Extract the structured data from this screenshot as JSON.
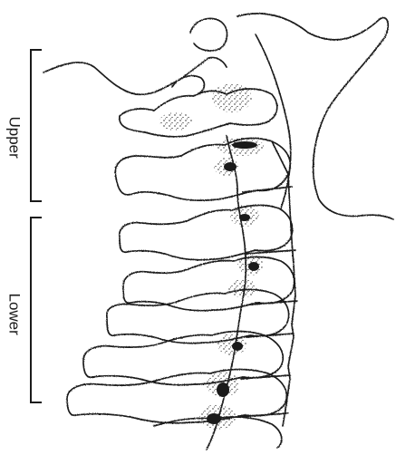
{
  "figure": {
    "labels": {
      "upper": "Upper",
      "lower": "Lower"
    },
    "subject": "cervical-spine-lateral-sketch",
    "colors": {
      "ink": "#1a1a1a",
      "background": "#ffffff"
    }
  }
}
